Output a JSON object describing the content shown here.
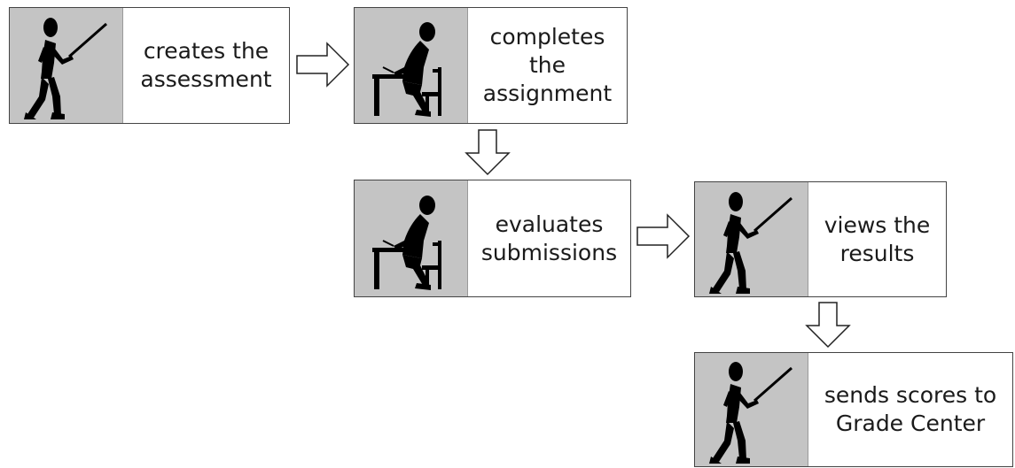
{
  "steps": [
    {
      "actor_icon": "teacher-with-pointer-icon",
      "label": "creates the\nassessment"
    },
    {
      "actor_icon": "student-at-desk-icon",
      "label": "completes\nthe\nassignment"
    },
    {
      "actor_icon": "student-at-desk-icon",
      "label": "evaluates\nsubmissions"
    },
    {
      "actor_icon": "teacher-with-pointer-icon",
      "label": "views the\nresults"
    },
    {
      "actor_icon": "teacher-with-pointer-icon",
      "label": "sends scores to\nGrade Center"
    }
  ],
  "colors": {
    "icon_panel": "#c4c4c4",
    "border": "#444444",
    "text": "#1a1a1a",
    "figure": "#000000"
  }
}
